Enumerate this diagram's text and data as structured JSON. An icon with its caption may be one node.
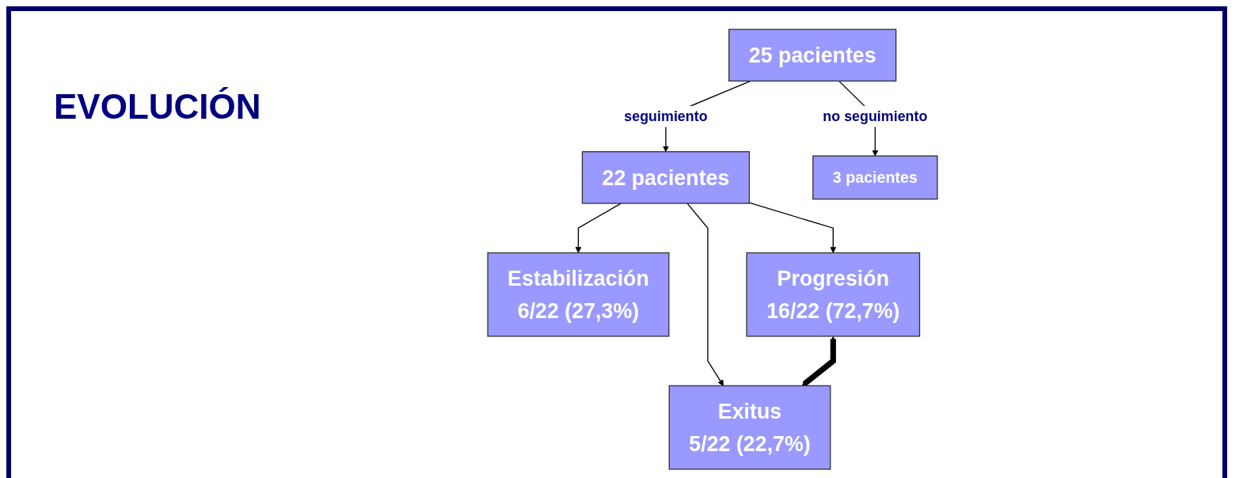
{
  "diagram": {
    "title": "EVOLUCIÓN",
    "nodes": [
      {
        "text": [
          "25 pacientes"
        ]
      },
      {
        "text": [
          "22 pacientes"
        ]
      },
      {
        "text": [
          "3 pacientes"
        ]
      },
      {
        "text": [
          "Estabilización",
          "6/22 (27,3%)"
        ]
      },
      {
        "text": [
          "Progresión",
          "16/22 (72,7%)"
        ]
      },
      {
        "text": [
          "Exitus",
          "5/22 (22,7%)"
        ]
      }
    ],
    "edges": [
      {
        "from": 0,
        "to": 1,
        "arrow": "to",
        "label": "seguimiento"
      },
      {
        "from": 0,
        "to": 2,
        "arrow": "to",
        "label": "no seguimiento"
      },
      {
        "from": 1,
        "to": 3,
        "arrow": "to"
      },
      {
        "from": 1,
        "to": 4,
        "arrow": "to"
      },
      {
        "from": 1,
        "to": 5,
        "arrow": "to"
      },
      {
        "from": 4,
        "to": 5,
        "arrow": "both",
        "style": "thick"
      }
    ]
  }
}
